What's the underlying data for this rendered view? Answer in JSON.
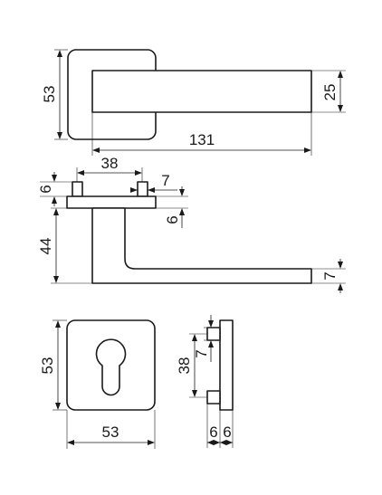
{
  "views": {
    "lever_top": {
      "rose_height": "53",
      "lever_height": "25",
      "lever_length": "131"
    },
    "lever_side": {
      "pin_spacing": "38",
      "pin_width": "7",
      "pin_height": "6",
      "rose_thickness": "6",
      "lever_projection": "44",
      "grip_thickness": "7"
    },
    "escutcheon_front": {
      "height": "53",
      "width": "53"
    },
    "escutcheon_side": {
      "pin_spacing": "38",
      "pin_width": "7",
      "pin_depth": "6",
      "plate_depth": "6"
    }
  }
}
